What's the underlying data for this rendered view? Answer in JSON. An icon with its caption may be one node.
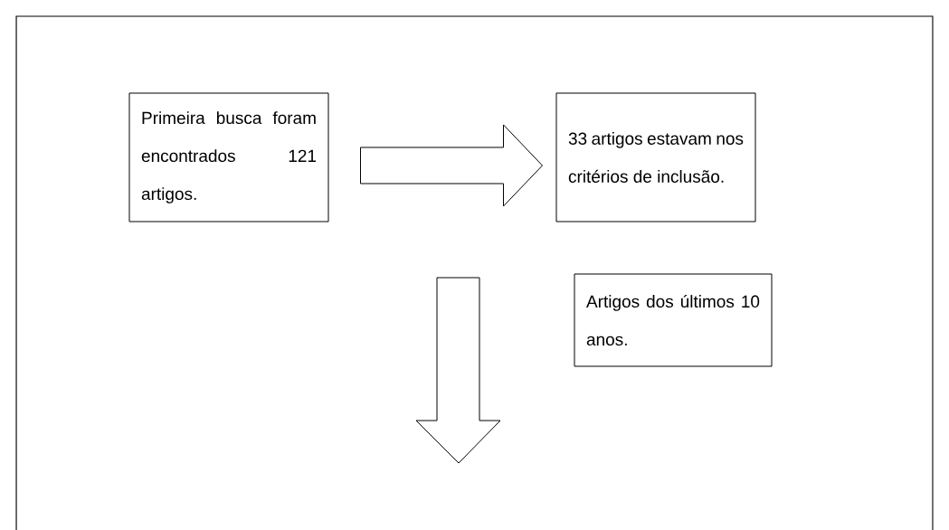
{
  "diagram": {
    "nodes": [
      {
        "text": [
          "Primeira busca foram encontrados 121 artigos."
        ]
      },
      {
        "text": [
          "33 artigos estavam nos critérios de inclusão."
        ]
      },
      {
        "text": [
          "Artigos dos últimos 10 anos."
        ]
      }
    ],
    "edges": [
      {
        "from": 0,
        "to": 1,
        "arrow": "to"
      }
    ]
  }
}
